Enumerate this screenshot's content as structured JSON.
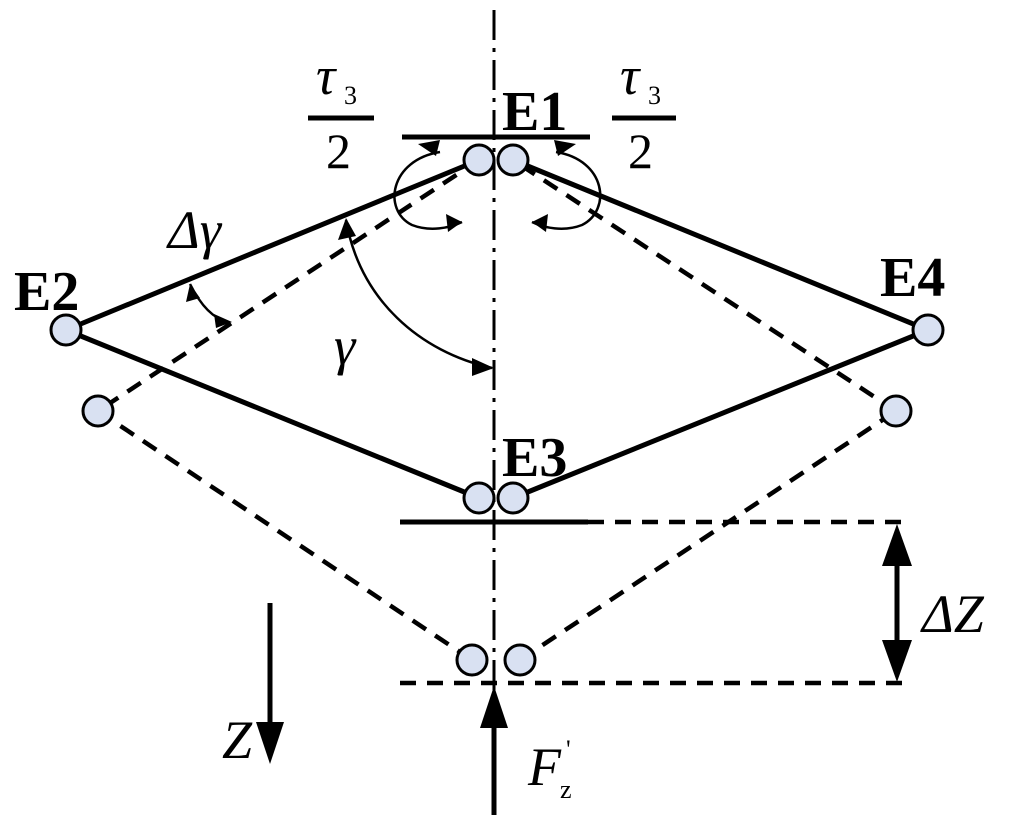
{
  "labels": {
    "e1": "E1",
    "e2": "E2",
    "e3": "E3",
    "e4": "E4",
    "tau_left_num": "τ",
    "tau_left_sub": "3",
    "tau_left_den": "2",
    "tau_right_num": "τ",
    "tau_right_sub": "3",
    "tau_right_den": "2",
    "delta_gamma": "Δγ",
    "gamma": "γ",
    "delta_z": "ΔZ",
    "z_axis": "Z",
    "force_symbol": "F",
    "force_sub": "z",
    "force_prime": "'"
  },
  "colors": {
    "line": "#000000",
    "joint_fill": "#d9e1f2",
    "background": "#ffffff"
  }
}
